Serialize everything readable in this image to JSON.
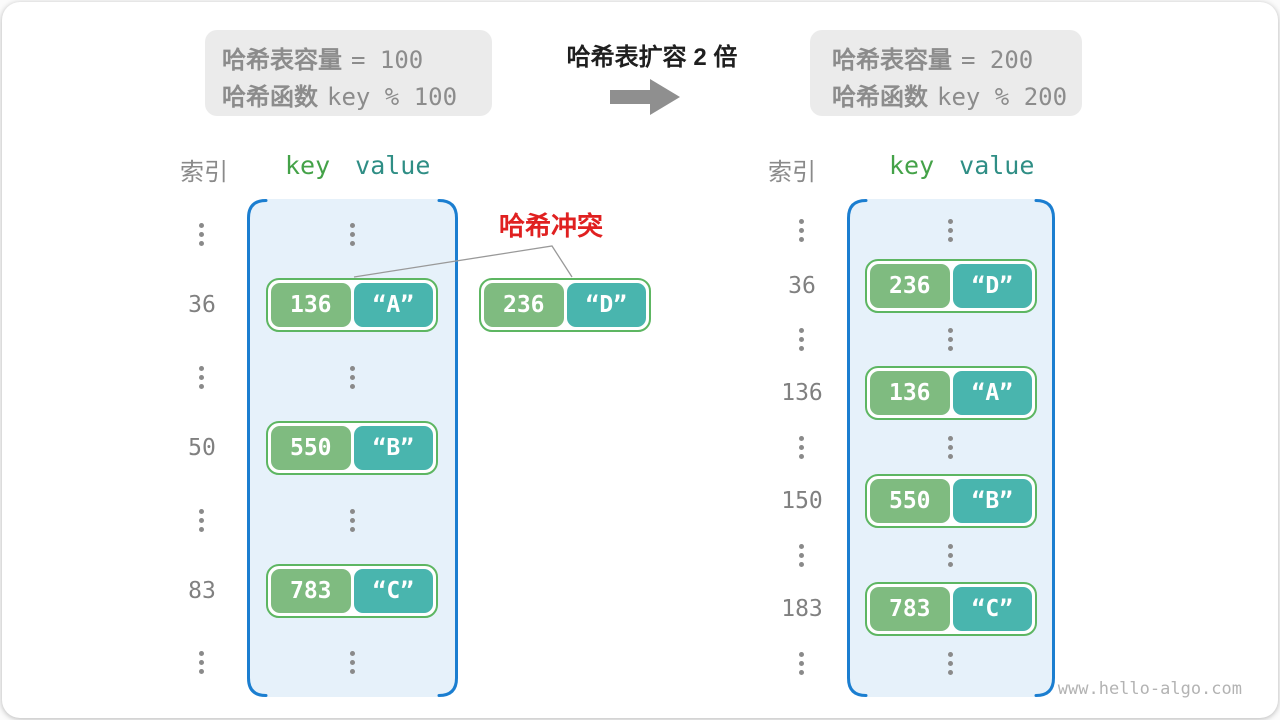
{
  "title": "哈希表扩容 2 倍",
  "before_box": {
    "capacity_label": "哈希表容量",
    "capacity_value": "= 100",
    "function_label": "哈希函数",
    "function_value": "key % 100"
  },
  "after_box": {
    "capacity_label": "哈希表容量",
    "capacity_value": "= 200",
    "function_label": "哈希函数",
    "function_value": "key % 200"
  },
  "collision_label": "哈希冲突",
  "headers": {
    "index": "索引",
    "key": "key",
    "value": "value"
  },
  "left_table": {
    "capacity": "100",
    "rows": [
      {
        "type": "dots"
      },
      {
        "type": "pair",
        "index": "36",
        "key": "136",
        "value": "“A”"
      },
      {
        "type": "dots"
      },
      {
        "type": "pair",
        "index": "50",
        "key": "550",
        "value": "“B”"
      },
      {
        "type": "dots"
      },
      {
        "type": "pair",
        "index": "83",
        "key": "783",
        "value": "“C”"
      },
      {
        "type": "dots"
      }
    ]
  },
  "floating_pair": {
    "key": "236",
    "value": "“D”"
  },
  "right_table": {
    "capacity": "200",
    "rows": [
      {
        "type": "dots"
      },
      {
        "type": "pair",
        "index": "36",
        "key": "236",
        "value": "“D”"
      },
      {
        "type": "dots"
      },
      {
        "type": "pair",
        "index": "136",
        "key": "136",
        "value": "“A”"
      },
      {
        "type": "dots"
      },
      {
        "type": "pair",
        "index": "150",
        "key": "550",
        "value": "“B”"
      },
      {
        "type": "dots"
      },
      {
        "type": "pair",
        "index": "183",
        "key": "783",
        "value": "“C”"
      },
      {
        "type": "dots"
      }
    ]
  },
  "watermark": "www.hello-algo.com",
  "colors": {
    "table_border": "#1b7ed0",
    "table_fill": "#e6f1fa",
    "key_fill": "#7fbb80",
    "value_fill": "#49b5ae",
    "pair_border": "#5db662",
    "collision_red": "#e02020",
    "muted_gray": "#8c8c8c",
    "arrow_gray": "#8f8f8f"
  }
}
